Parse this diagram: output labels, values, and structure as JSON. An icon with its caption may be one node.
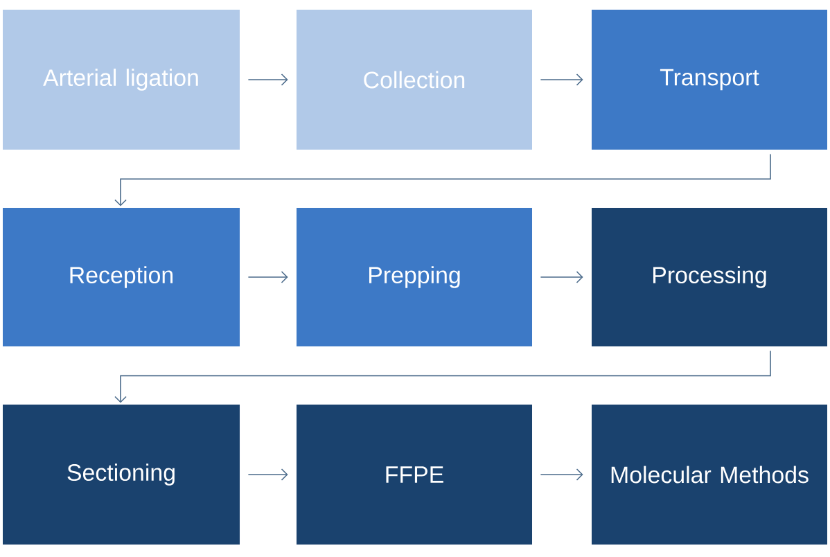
{
  "diagram": {
    "nodes": [
      {
        "text": [
          "Arterial ligation"
        ]
      },
      {
        "text": [
          "Collection"
        ]
      },
      {
        "text": [
          "Transport"
        ]
      },
      {
        "text": [
          "Reception"
        ]
      },
      {
        "text": [
          "Prepping"
        ]
      },
      {
        "text": [
          "Processing"
        ]
      },
      {
        "text": [
          "Sectioning"
        ]
      },
      {
        "text": [
          "FFPE"
        ]
      },
      {
        "text": [
          "Molecular Methods"
        ]
      }
    ],
    "edges": [
      {
        "from": 0,
        "to": 1,
        "arrow": "to"
      },
      {
        "from": 1,
        "to": 2,
        "arrow": "to"
      },
      {
        "from": 2,
        "to": 3,
        "arrow": "to"
      },
      {
        "from": 3,
        "to": 4,
        "arrow": "to"
      },
      {
        "from": 4,
        "to": 5,
        "arrow": "to"
      },
      {
        "from": 5,
        "to": 6,
        "arrow": "to"
      },
      {
        "from": 6,
        "to": 7,
        "arrow": "to"
      },
      {
        "from": 7,
        "to": 8,
        "arrow": "to"
      }
    ]
  }
}
